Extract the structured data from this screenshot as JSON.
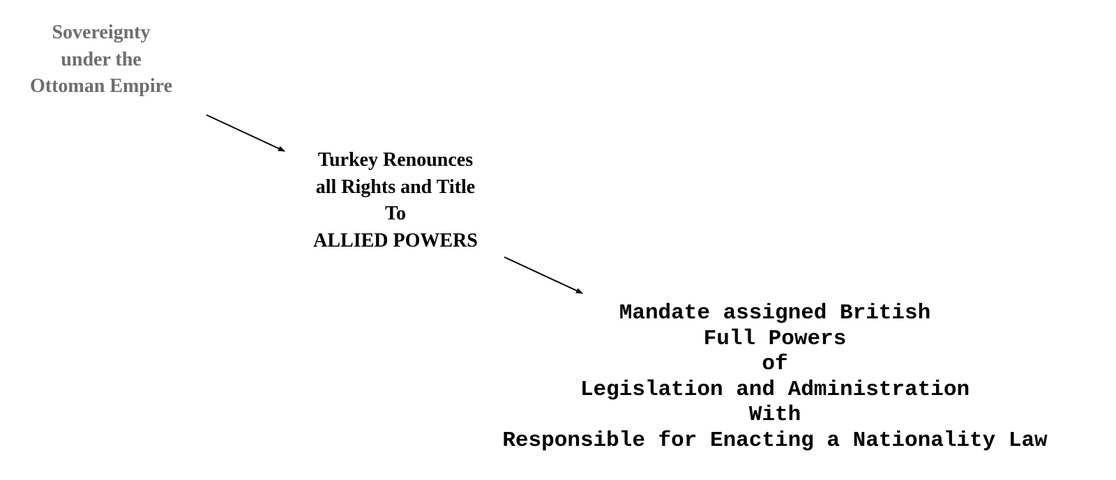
{
  "nodes": [
    {
      "id": "ottoman",
      "lines": [
        "Sovereignty",
        "under the",
        "Ottoman Empire"
      ],
      "color": "#6e6e6e"
    },
    {
      "id": "turkey",
      "lines": [
        "Turkey Renounces",
        "all Rights and Title",
        "To",
        "ALLIED POWERS"
      ],
      "color": "#000000"
    },
    {
      "id": "mandate",
      "lines": [
        "Mandate assigned British",
        "Full Powers",
        "of",
        "Legislation and Administration",
        "With",
        "Responsible for Enacting a Nationality Law"
      ],
      "color": "#000000"
    }
  ],
  "edges": [
    {
      "from": "ottoman",
      "to": "turkey"
    },
    {
      "from": "turkey",
      "to": "mandate"
    }
  ]
}
